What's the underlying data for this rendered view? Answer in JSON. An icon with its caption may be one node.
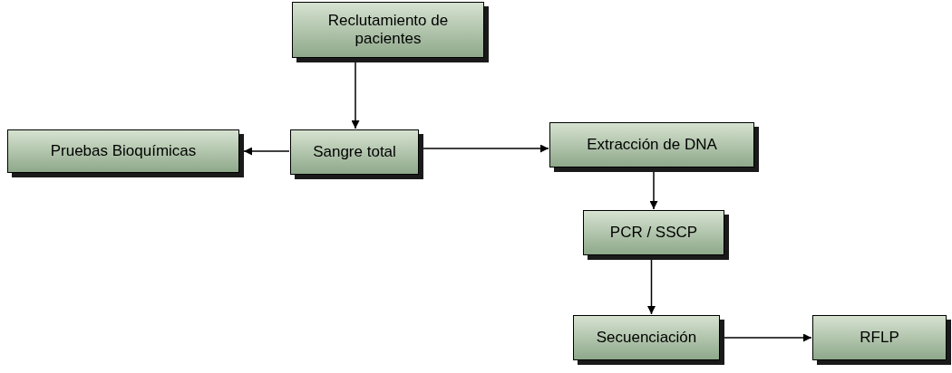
{
  "diagram": {
    "nodes": [
      {
        "text": [
          "Reclutamiento de pacientes"
        ]
      },
      {
        "text": [
          "Sangre total"
        ]
      },
      {
        "text": [
          "Pruebas Bioquímicas"
        ]
      },
      {
        "text": [
          "Extracción de DNA"
        ]
      },
      {
        "text": [
          "PCR / SSCP"
        ]
      },
      {
        "text": [
          "Secuenciación"
        ]
      },
      {
        "text": [
          "RFLP"
        ]
      }
    ],
    "edges": [
      {
        "from": 0,
        "to": 1,
        "arrow": "to"
      },
      {
        "from": 1,
        "to": 2,
        "arrow": "to"
      },
      {
        "from": 1,
        "to": 3,
        "arrow": "to"
      },
      {
        "from": 3,
        "to": 4,
        "arrow": "to"
      },
      {
        "from": 4,
        "to": 5,
        "arrow": "to"
      },
      {
        "from": 5,
        "to": 6,
        "arrow": "to"
      }
    ]
  }
}
